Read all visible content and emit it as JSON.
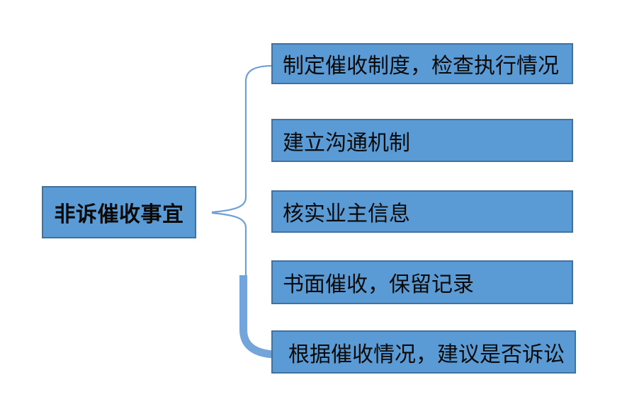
{
  "root": {
    "label": "非诉催收事宜"
  },
  "children": [
    {
      "label": "制定催收制度，检查执行情况"
    },
    {
      "label": "建立沟通机制"
    },
    {
      "label": "核实业主信息"
    },
    {
      "label": "书面催收，保留记录"
    },
    {
      "label": "根据催收情况，建议是否诉讼"
    }
  ],
  "colors": {
    "box_fill": "#5b9bd5",
    "box_border": "#41719c",
    "text": "#0a0a0a",
    "background": "#ffffff",
    "connector": "#6f9fd8",
    "connector_thick": "#74a5da"
  }
}
